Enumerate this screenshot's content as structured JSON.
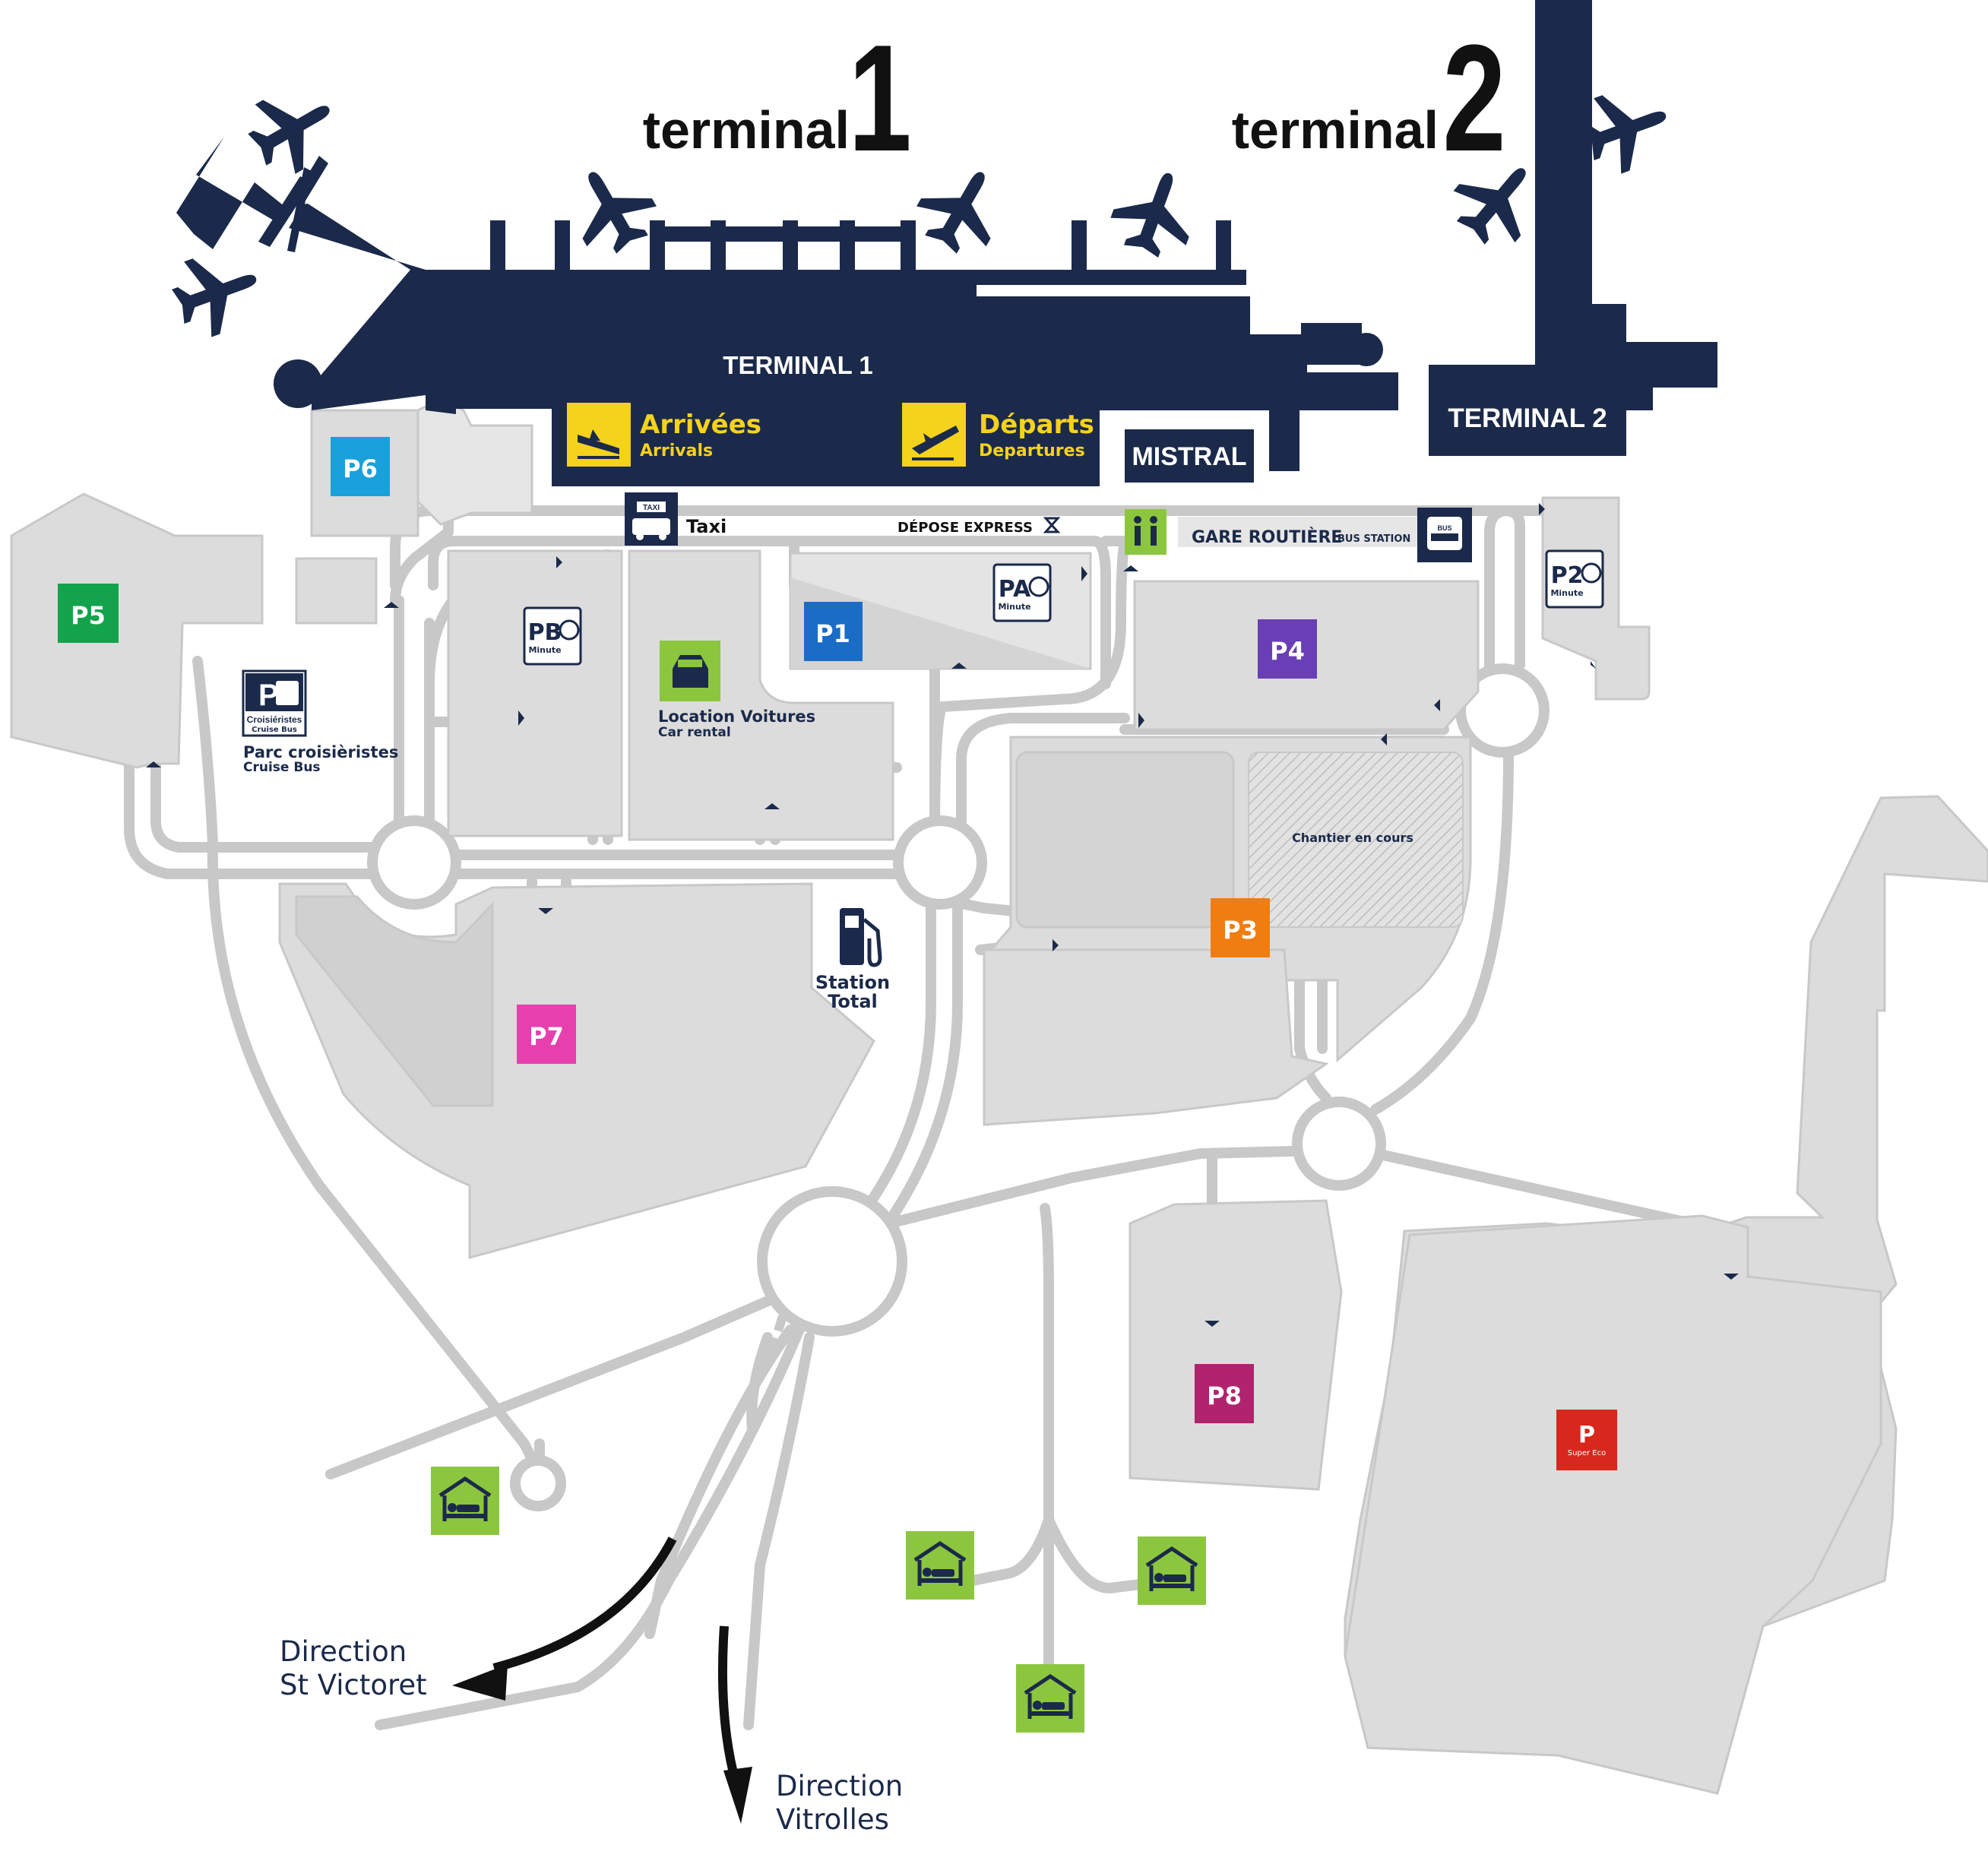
{
  "header": {
    "terminal1": {
      "word": "terminal",
      "number": "1"
    },
    "terminal2": {
      "word": "terminal",
      "number": "2"
    }
  },
  "buildings": {
    "terminal1_label": "TERMINAL 1",
    "terminal2_label": "TERMINAL 2",
    "mistral_label": "MISTRAL"
  },
  "signs": {
    "arrivals": {
      "title": "Arrivées",
      "subtitle": "Arrivals"
    },
    "departures": {
      "title": "Départs",
      "subtitle": "Departures"
    },
    "taxi": {
      "label": "Taxi",
      "badge": "TAXI"
    },
    "depose_express": "DÉPOSE EXPRESS",
    "gare_routiere": {
      "title": "GARE ROUTIÈRE",
      "subtitle": "BUS STATION",
      "badge": "BUS"
    },
    "location_voitures": {
      "title": "Location Voitures",
      "subtitle": "Car rental"
    },
    "parc_croisieristes": {
      "title": "Parc croisièristes",
      "subtitle": "Cruise Bus",
      "badge_line1": "Croisiéristes",
      "badge_line2": "Cruise Bus"
    },
    "station_total": {
      "line1": "Station",
      "line2": "Total"
    },
    "chantier": "Chantier en cours"
  },
  "parkings": [
    {
      "id": "P1",
      "color": "#1a6cc7"
    },
    {
      "id": "P3",
      "color": "#f07d12"
    },
    {
      "id": "P4",
      "color": "#6a3fb5"
    },
    {
      "id": "P5",
      "color": "#14a34d"
    },
    {
      "id": "P6",
      "color": "#1aa0da"
    },
    {
      "id": "P7",
      "color": "#e83faf"
    },
    {
      "id": "P8",
      "color": "#b0246e"
    },
    {
      "id": "P",
      "sub": "Super Eco",
      "color": "#d8271d"
    }
  ],
  "minute_parkings": [
    {
      "id": "PA",
      "sub": "Minute"
    },
    {
      "id": "PB",
      "sub": "Minute"
    },
    {
      "id": "P2",
      "sub": "Minute"
    }
  ],
  "directions": [
    {
      "line1": "Direction",
      "line2": "St Victoret"
    },
    {
      "line1": "Direction",
      "line2": "Vitrolles"
    }
  ],
  "colors": {
    "navy": "#1b2a4a",
    "road": "#c8c8c8",
    "lot": "#dcdcdc",
    "yellow": "#f5d21c",
    "lime": "#8cc63f"
  }
}
